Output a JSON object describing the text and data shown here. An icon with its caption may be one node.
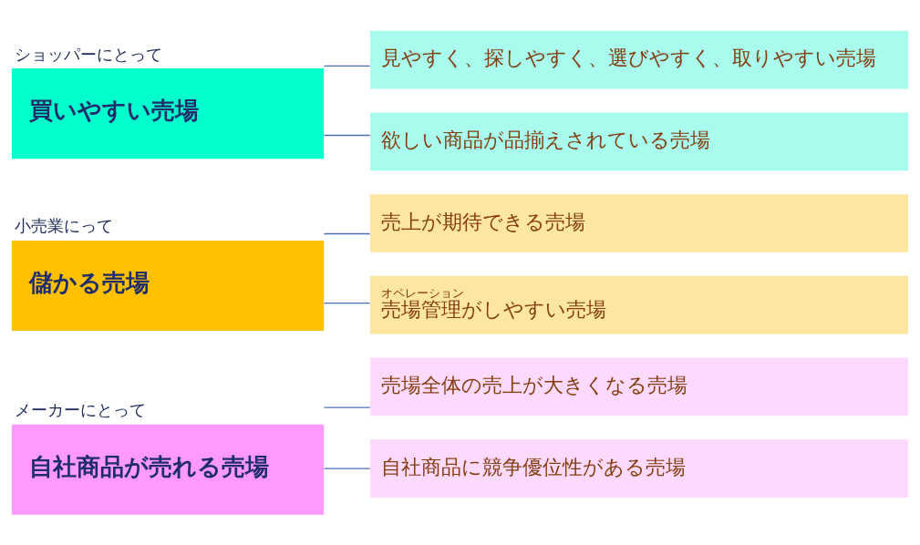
{
  "diagram": {
    "nodes": [
      {
        "text": [
          "ショッパーにとって",
          "買いやすい売場"
        ]
      },
      {
        "text": [
          "見やすく、探しやすく、選びやすく、取りやすい売場"
        ]
      },
      {
        "text": [
          "欲しい商品が品揃えされている売場"
        ]
      },
      {
        "text": [
          "小売業にって",
          "儲かる売場"
        ]
      },
      {
        "text": [
          "売上が期待できる売場"
        ]
      },
      {
        "text": [
          "オペレーション",
          "売場管理がしやすい売場"
        ]
      },
      {
        "text": [
          "メーカーにとって",
          "自社商品が売れる売場"
        ]
      },
      {
        "text": [
          "売場全体の売上が大きくなる売場"
        ]
      },
      {
        "text": [
          "自社商品に競争優位性がある売場"
        ]
      }
    ],
    "edges": [
      {
        "from": 0,
        "to": 1,
        "arrow": "none"
      },
      {
        "from": 0,
        "to": 2,
        "arrow": "none"
      },
      {
        "from": 3,
        "to": 4,
        "arrow": "none"
      },
      {
        "from": 3,
        "to": 5,
        "arrow": "none"
      },
      {
        "from": 6,
        "to": 7,
        "arrow": "none"
      },
      {
        "from": 6,
        "to": 8,
        "arrow": "none"
      }
    ]
  }
}
